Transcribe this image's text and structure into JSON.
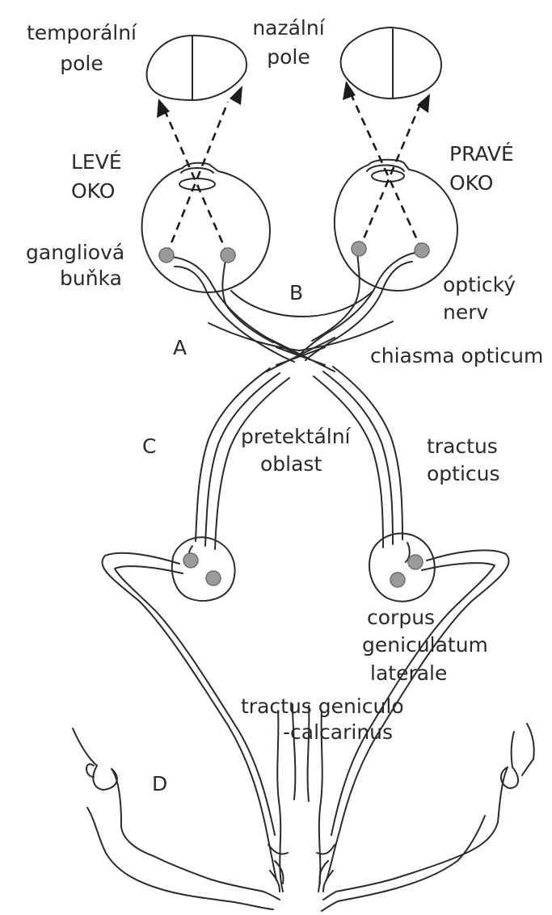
{
  "labels": {
    "temporal_field": [
      "temporální",
      "pole"
    ],
    "nasal_field": [
      "nazální",
      "pole"
    ],
    "left_eye": [
      "LEVÉ",
      "OKO"
    ],
    "right_eye": [
      "PRAVÉ",
      "OKO"
    ],
    "ganglion_cell": [
      "gangliová",
      "buňka"
    ],
    "optic_nerve": [
      "optický",
      "nerv"
    ],
    "chiasm": "chiasma opticum",
    "pretectal": [
      "pretektální",
      "oblast"
    ],
    "optic_tract": [
      "tractus",
      "opticus"
    ],
    "lgn": [
      "corpus",
      "geniculatum",
      "laterale"
    ],
    "geniculo_calcarine": [
      "tractus geniculo",
      "-calcarinus"
    ],
    "marker_a": "A",
    "marker_b": "B",
    "marker_c": "C",
    "marker_d": "D"
  },
  "colors": {
    "line": "#2b2b2b",
    "cell_fill": "#9a9a9a",
    "background": "#ffffff"
  }
}
